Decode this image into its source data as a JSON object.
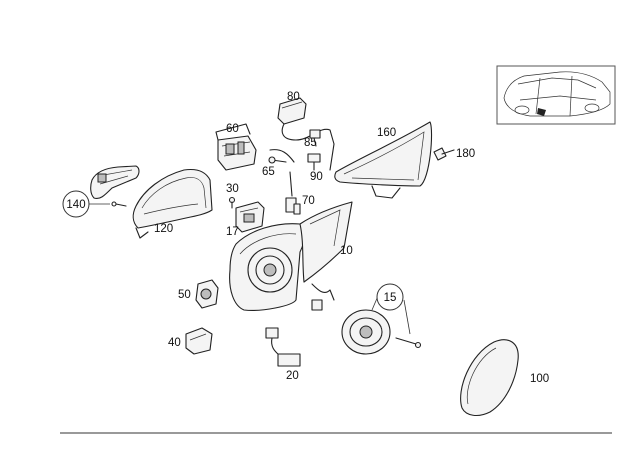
{
  "callouts": {
    "c10": "10",
    "c15": "15",
    "c17": "17",
    "c20": "20",
    "c30": "30",
    "c40": "40",
    "c50": "50",
    "c60": "60",
    "c65": "65",
    "c70": "70",
    "c80": "80",
    "c85": "85",
    "c90": "90",
    "c100": "100",
    "c120": "120",
    "c140": "140",
    "c160": "160",
    "c180": "180"
  }
}
